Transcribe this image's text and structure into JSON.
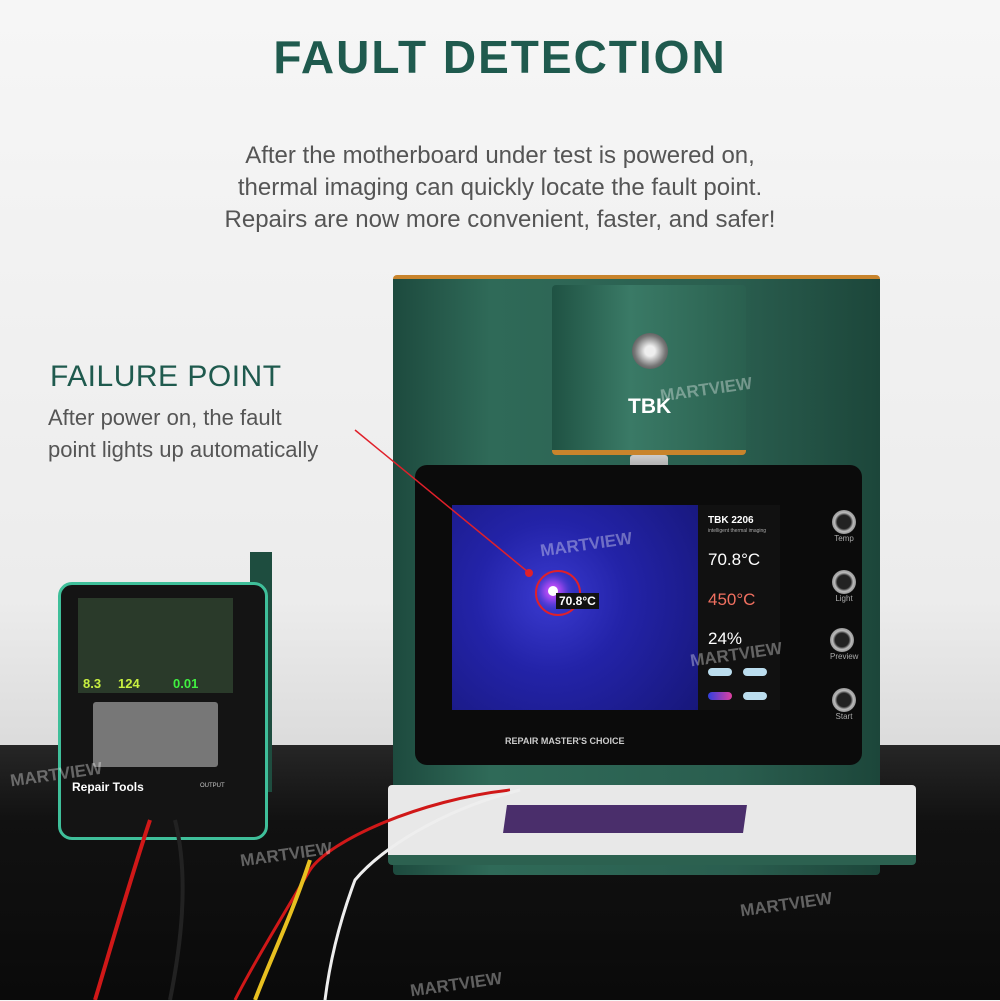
{
  "headline": {
    "title": "FAULT DETECTION",
    "lines": [
      "After the motherboard under test is powered on,",
      "thermal imaging can quickly locate the fault point.",
      "Repairs are now more convenient, faster, and safer!"
    ]
  },
  "callout": {
    "title": "FAILURE POINT",
    "lines": [
      "After power on, the fault",
      "point lights up automatically"
    ]
  },
  "device": {
    "brand": "TBK",
    "screen": {
      "model": "TBK 2206",
      "subtitle": "intelligent thermal imaging",
      "current_temp": "70.8°C",
      "set_temp": "450°C",
      "percent": "24%",
      "hotspot_label": "70.8°C"
    },
    "buttons": [
      "Temp",
      "Light",
      "Preview",
      "Start"
    ],
    "slogan": "REPAIR MASTER'S CHOICE"
  },
  "power_supply": {
    "brand": "Repair Tools",
    "voltage": "8.3",
    "current": "124",
    "output": "0.01",
    "output_label": "OUTPUT"
  },
  "watermark": "MARTVIEW",
  "colors": {
    "title": "#1f5a4e",
    "device_green": "#2a5e4f",
    "accent_orange": "#c8842c",
    "callout_red": "#e0202a"
  }
}
